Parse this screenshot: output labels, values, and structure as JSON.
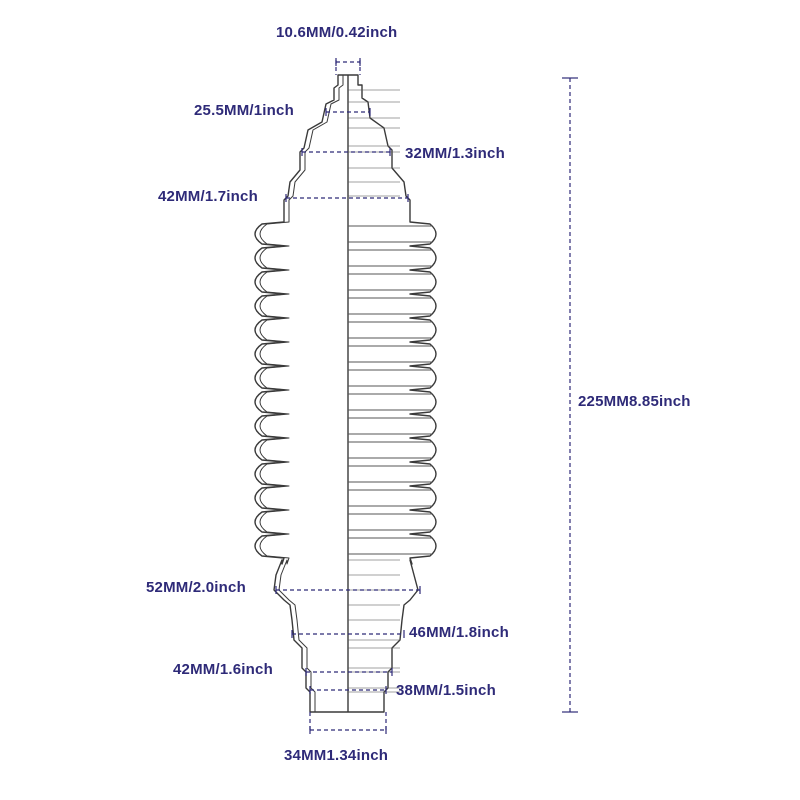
{
  "labels": {
    "top_opening": "10.6MM/0.42inch",
    "neck": "25.5MM/1inch",
    "upper_collar": "32MM/1.3inch",
    "shoulder": "42MM/1.7inch",
    "overall_length": "225MM8.85inch",
    "lower_shoulder": "52MM/2.0inch",
    "lower_collar": "46MM/1.8inch",
    "lower_neck": "42MM/1.6inch",
    "base_ring": "38MM/1.5inch",
    "bottom_opening": "34MM1.34inch"
  },
  "colors": {
    "dimension": "#2e2a78",
    "outline": "#3a3a3a",
    "background": "#ffffff"
  }
}
